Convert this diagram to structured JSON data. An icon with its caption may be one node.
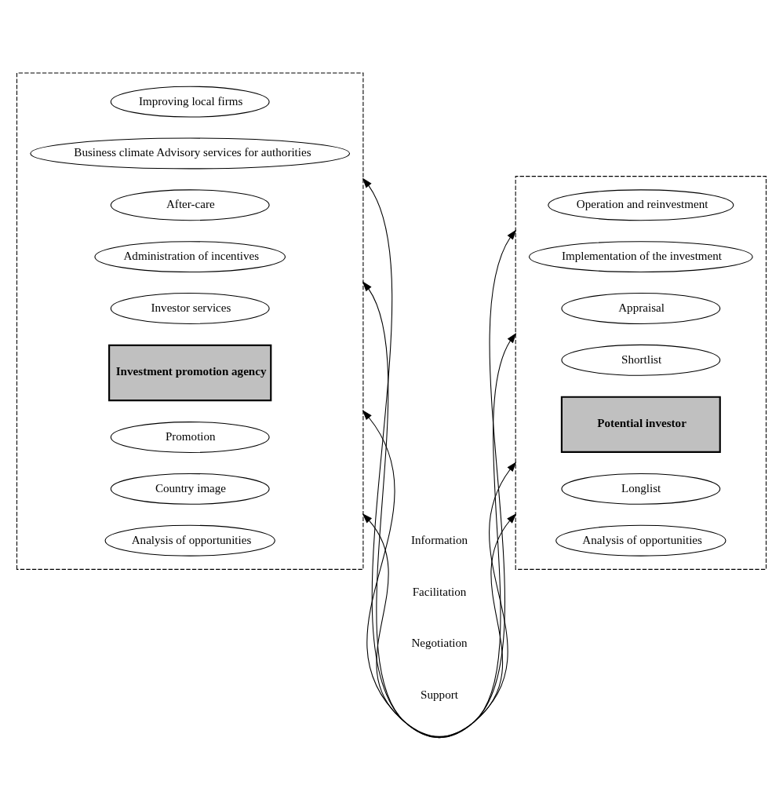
{
  "diagram": {
    "nodes": [
      {
        "text": [],
        "shape": "box"
      },
      {
        "text": [
          "Analysis of opportunities"
        ],
        "in": 0
      },
      {
        "text": [
          "Country image"
        ],
        "in": 0
      },
      {
        "text": [
          "Promotion"
        ],
        "in": 0
      },
      {
        "text": [
          "Investment promotion agency"
        ],
        "in": 0
      },
      {
        "text": [
          "Investor services"
        ],
        "in": 0
      },
      {
        "text": [
          "Administration of incentives"
        ],
        "in": 0
      },
      {
        "text": [
          "After-care"
        ],
        "in": 0
      },
      {
        "text": [
          "Business climate Advisory services for authorities"
        ],
        "in": 0
      },
      {
        "text": [
          "Improving local firms"
        ],
        "in": 0
      },
      {
        "text": [],
        "shape": "box"
      },
      {
        "text": [
          "Analysis of opportunities"
        ],
        "in": 10
      },
      {
        "text": [
          "Longlist"
        ],
        "in": 10
      },
      {
        "text": [
          "Potential investor"
        ],
        "in": 10
      },
      {
        "text": [
          "Shortlist"
        ],
        "in": 10
      },
      {
        "text": [
          "Appraisal"
        ],
        "in": 10
      },
      {
        "text": [
          "Implementation of the investment"
        ],
        "in": 10
      },
      {
        "text": [
          "Operation and reinvestment"
        ],
        "in": 10
      }
    ],
    "edges": [
      {
        "from": 0,
        "to": 10,
        "arrow": "both"
      },
      {
        "from": 0,
        "to": 10,
        "arrow": "both"
      },
      {
        "from": 0,
        "to": 10,
        "arrow": "both"
      },
      {
        "from": 0,
        "to": 10,
        "arrow": "both"
      }
    ],
    "labels": [
      "Information",
      "Facilitation",
      "Negotiation",
      "Support"
    ]
  }
}
